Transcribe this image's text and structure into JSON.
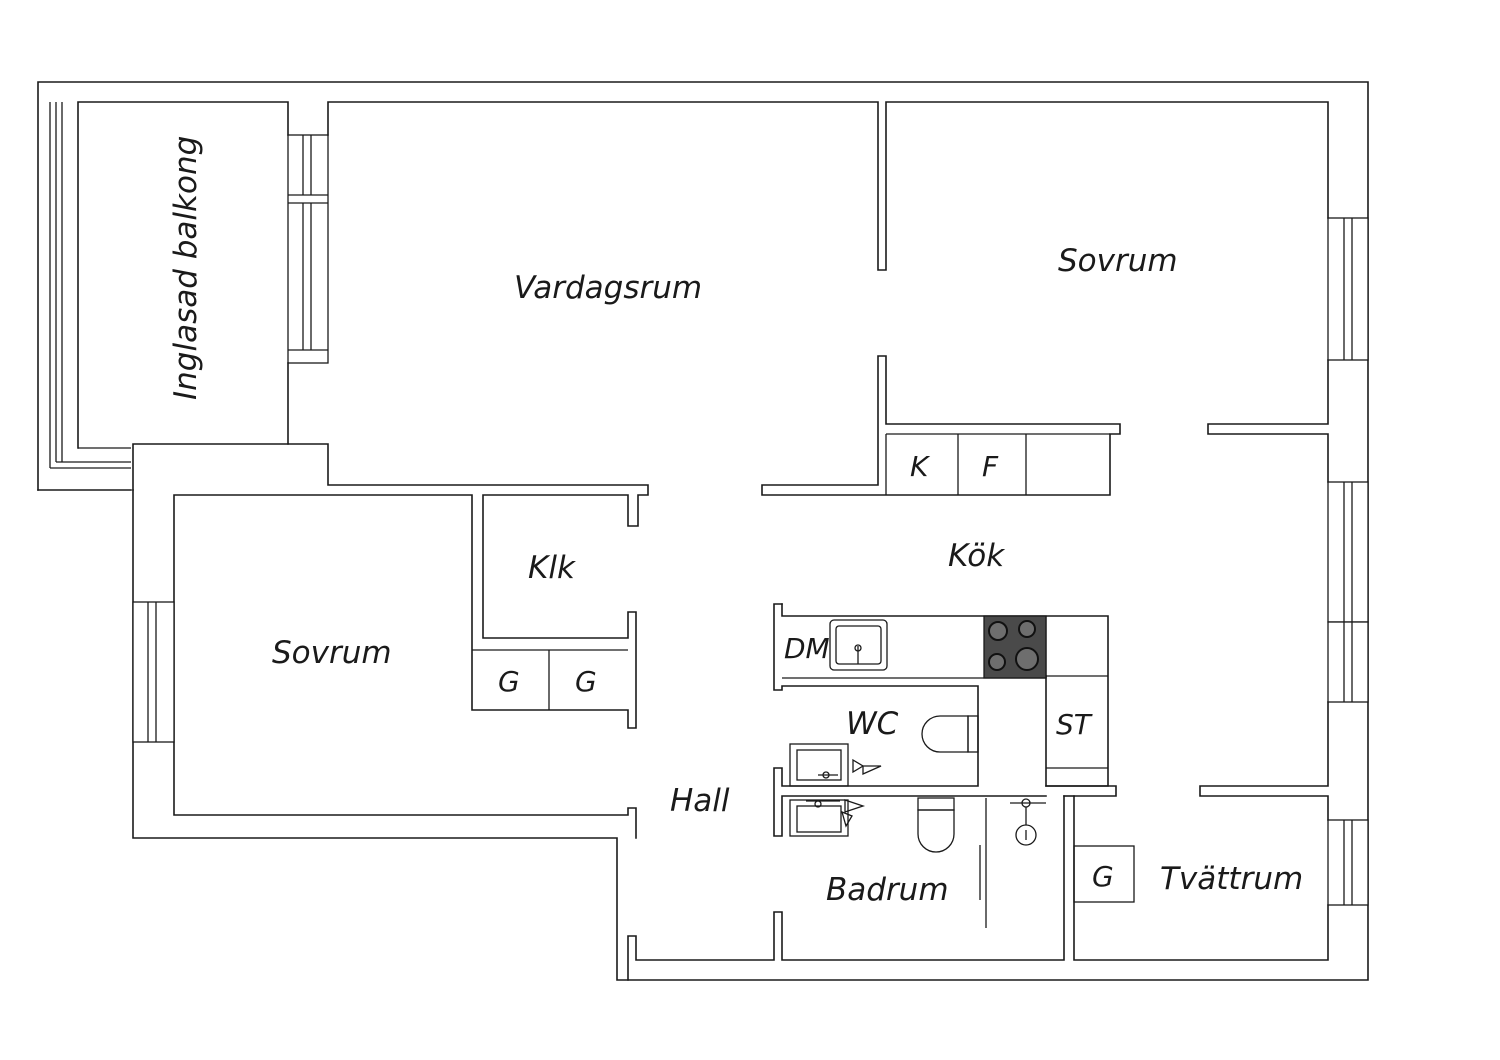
{
  "floor_plan": {
    "rooms": {
      "glazed_balcony": "Inglasad balkong",
      "living_room": "Vardagsrum",
      "bedroom_upper": "Sovrum",
      "bedroom_lower": "Sovrum",
      "walk_in_closet": "Klk",
      "kitchen": "Kök",
      "hall": "Hall",
      "toilet": "WC",
      "bathroom": "Badrum",
      "laundry_room": "Tvättrum"
    },
    "fixtures": {
      "fridge": "K",
      "freezer": "F",
      "wardrobe": "G",
      "wardrobe_2": "G",
      "dishwasher": "DM",
      "storage_cabinet": "ST",
      "laundry_wardrobe": "G"
    }
  }
}
